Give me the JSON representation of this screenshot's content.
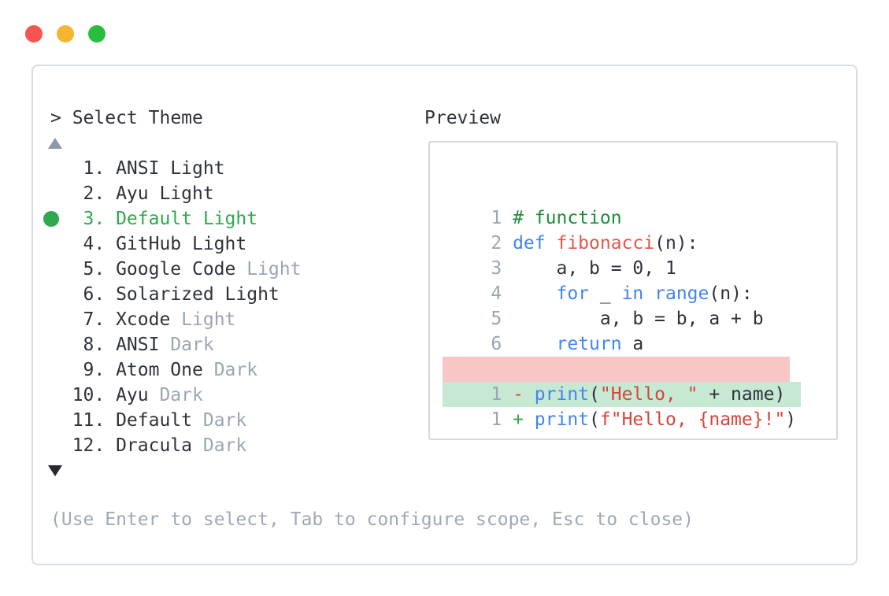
{
  "window_controls": {
    "buttons": [
      {
        "name": "close",
        "color": "#f4564f"
      },
      {
        "name": "minimize",
        "color": "#f5b52e"
      },
      {
        "name": "zoom",
        "color": "#28bd3e"
      }
    ]
  },
  "prompt": {
    "text": "> Select Theme"
  },
  "list": {
    "scroll_up_indicator": "up-triangle",
    "scroll_down_indicator": "down-triangle",
    "items": [
      {
        "number": "1.",
        "name": "ANSI Light",
        "muted": "",
        "selected": false
      },
      {
        "number": "2.",
        "name": "Ayu Light",
        "muted": "",
        "selected": false
      },
      {
        "number": "3.",
        "name": "Default Light",
        "muted": "",
        "selected": true
      },
      {
        "number": "4.",
        "name": "GitHub Light",
        "muted": "",
        "selected": false
      },
      {
        "number": "5.",
        "name": "Google Code ",
        "muted": "Light",
        "selected": false
      },
      {
        "number": "6.",
        "name": "Solarized Light",
        "muted": "",
        "selected": false
      },
      {
        "number": "7.",
        "name": "Xcode ",
        "muted": "Light",
        "selected": false
      },
      {
        "number": "8.",
        "name": "ANSI ",
        "muted": "Dark",
        "selected": false
      },
      {
        "number": "9.",
        "name": "Atom One ",
        "muted": "Dark",
        "selected": false
      },
      {
        "number": "10.",
        "name": "Ayu ",
        "muted": "Dark",
        "selected": false
      },
      {
        "number": "11.",
        "name": "Default ",
        "muted": "Dark",
        "selected": false
      },
      {
        "number": "12.",
        "name": "Dracula ",
        "muted": "Dark",
        "selected": false
      }
    ]
  },
  "help": {
    "text": "(Use Enter to select, Tab to configure scope, Esc to close)"
  },
  "preview": {
    "title": "Preview",
    "code_lines": [
      {
        "ln": "1",
        "kind": "normal",
        "segments": [
          {
            "t": "# function",
            "c": "comment"
          }
        ]
      },
      {
        "ln": "2",
        "kind": "normal",
        "segments": [
          {
            "t": "def ",
            "c": "kw"
          },
          {
            "t": "fibonacci",
            "c": "fn"
          },
          {
            "t": "(n):",
            "c": "plain"
          }
        ]
      },
      {
        "ln": "3",
        "kind": "normal",
        "segments": [
          {
            "t": "    a, b = 0, 1",
            "c": "plain"
          }
        ]
      },
      {
        "ln": "4",
        "kind": "normal",
        "segments": [
          {
            "t": "    ",
            "c": "plain"
          },
          {
            "t": "for",
            "c": "kw"
          },
          {
            "t": " _ ",
            "c": "plain"
          },
          {
            "t": "in",
            "c": "kw"
          },
          {
            "t": " ",
            "c": "plain"
          },
          {
            "t": "range",
            "c": "kw"
          },
          {
            "t": "(n):",
            "c": "plain"
          }
        ]
      },
      {
        "ln": "5",
        "kind": "normal",
        "segments": [
          {
            "t": "        a, b = b, a + b",
            "c": "plain"
          }
        ]
      },
      {
        "ln": "6",
        "kind": "normal",
        "segments": [
          {
            "t": "    ",
            "c": "plain"
          },
          {
            "t": "return",
            "c": "kw"
          },
          {
            "t": " a",
            "c": "plain"
          }
        ]
      },
      {
        "ln": "",
        "kind": "blank",
        "segments": []
      },
      {
        "ln": "1",
        "kind": "removed",
        "segments": [
          {
            "t": "- ",
            "c": "red"
          },
          {
            "t": "print",
            "c": "kw"
          },
          {
            "t": "(",
            "c": "plain"
          },
          {
            "t": "\"Hello, \"",
            "c": "str"
          },
          {
            "t": " + name)",
            "c": "plain"
          }
        ]
      },
      {
        "ln": "1",
        "kind": "added",
        "segments": [
          {
            "t": "+ ",
            "c": "green"
          },
          {
            "t": "print",
            "c": "kw"
          },
          {
            "t": "(",
            "c": "plain"
          },
          {
            "t": "f\"Hello, {name}!\"",
            "c": "str"
          },
          {
            "t": ")",
            "c": "plain"
          }
        ]
      }
    ]
  },
  "colors": {
    "text_dark": "#2d333a",
    "muted_gray": "#9ba5b3",
    "accent_green": "#2fa84f",
    "comment_green": "#1f8c3b",
    "keyword_blue": "#4285f4",
    "error_red": "#d6453c",
    "diff_removed_bg": "#f8c6c4",
    "diff_added_bg": "#c7e8d2",
    "window_border": "#d8dde4"
  }
}
